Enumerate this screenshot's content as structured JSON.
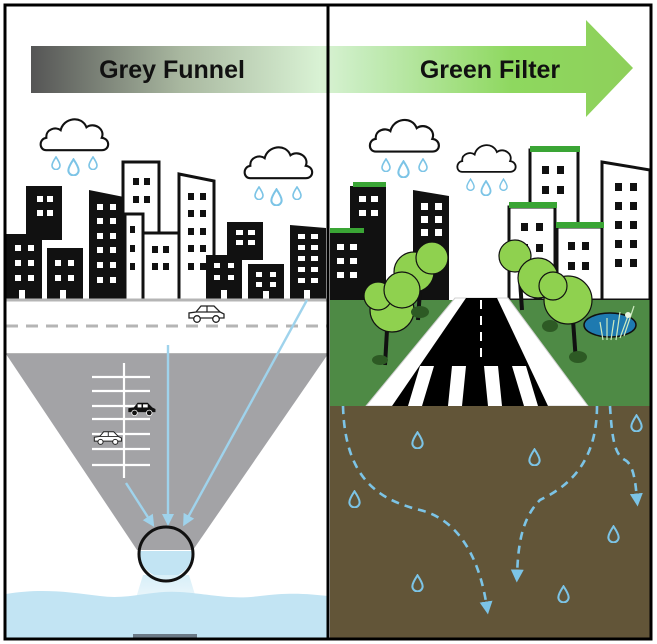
{
  "banner": {
    "left_label": "Grey Funnel",
    "right_label": "Green Filter",
    "gradient_start": "#555555",
    "gradient_mid": "#d9f2d4",
    "gradient_end": "#8ed05a"
  },
  "panels": {
    "left": {
      "name": "grey-funnel",
      "elements": [
        "rain-clouds",
        "city-skyline",
        "street-with-car",
        "paved-parking-funnel",
        "storm-pipe",
        "waterbody"
      ],
      "colors": {
        "pavement": "#a3a3a6",
        "water": "#c2e4f3",
        "rain": "#7cc4e6"
      }
    },
    "right": {
      "name": "green-filter",
      "elements": [
        "rain-clouds",
        "green-roofs",
        "trees",
        "street-with-crosswalk",
        "pond",
        "soil-infiltration"
      ],
      "colors": {
        "green_roof": "#3aa535",
        "grass": "#4e8a45",
        "tree": "#8fd14f",
        "road": "#000000",
        "pond": "#1e7ab0",
        "soil": "#625538",
        "rain": "#7cc4e6"
      }
    }
  }
}
